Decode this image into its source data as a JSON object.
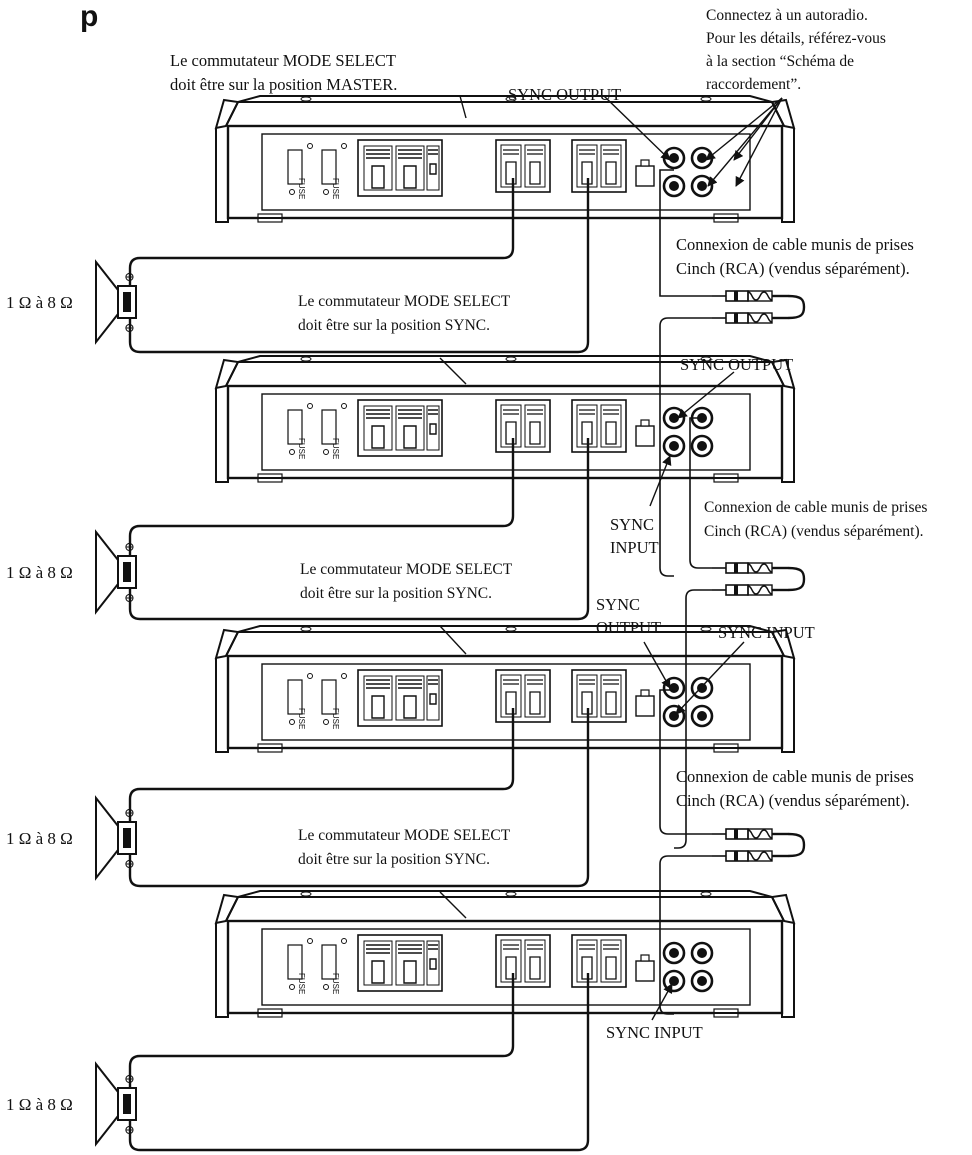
{
  "header": {
    "heading_fragment": "p"
  },
  "top_notes": {
    "master_line1": "Le commutateur MODE SELECT",
    "master_line2": "doit être sur la position MASTER.",
    "sync_output": "SYNC OUTPUT",
    "head_unit_line1": "Connectez à un autoradio.",
    "head_unit_line2": "Pour les détails, référez-vous",
    "head_unit_line3": "à la section “Schéma de",
    "head_unit_line4": "raccordement”."
  },
  "amplifiers": [
    {
      "id": "amp-1",
      "fuse_left": "FUSE",
      "fuse_right": "FUSE"
    },
    {
      "id": "amp-2",
      "fuse_left": "FUSE",
      "fuse_right": "FUSE"
    },
    {
      "id": "amp-3",
      "fuse_left": "FUSE",
      "fuse_right": "FUSE"
    },
    {
      "id": "amp-4",
      "fuse_left": "FUSE",
      "fuse_right": "FUSE"
    }
  ],
  "speakers": [
    {
      "impedance": "1 Ω à 8 Ω",
      "plus": "⊕",
      "minus": "⊖"
    },
    {
      "impedance": "1 Ω à 8 Ω",
      "plus": "⊕",
      "minus": "⊖"
    },
    {
      "impedance": "1 Ω à 8 Ω",
      "plus": "⊕",
      "minus": "⊖"
    },
    {
      "impedance": "1 Ω à 8 Ω",
      "plus": "⊕",
      "minus": "⊖"
    }
  ],
  "mode_notes": [
    {
      "line1": "Le commutateur MODE SELECT",
      "line2": "doit être sur la position SYNC."
    },
    {
      "line1": "Le commutateur MODE SELECT",
      "line2": "doit être sur la position SYNC."
    },
    {
      "line1": "Le commutateur MODE SELECT",
      "line2": "doit être sur la position SYNC."
    }
  ],
  "cable_notes": [
    {
      "line1": "Connexion de cable munis de prises",
      "line2": "Cinch (RCA) (vendus séparément)."
    },
    {
      "line1": "Connexion de cable munis de prises",
      "line2": "Cinch (RCA) (vendus séparément)."
    },
    {
      "line1": "Connexion de cable munis de prises",
      "line2": "Cinch (RCA) (vendus séparément)."
    }
  ],
  "sync_labels": {
    "amp2_output": "SYNC OUTPUT",
    "amp2_input_line1": "SYNC",
    "amp2_input_line2": "INPUT",
    "amp3_output_line1": "SYNC",
    "amp3_output_line2": "OUTPUT",
    "amp3_input": "SYNC INPUT",
    "amp4_input": "SYNC INPUT"
  }
}
